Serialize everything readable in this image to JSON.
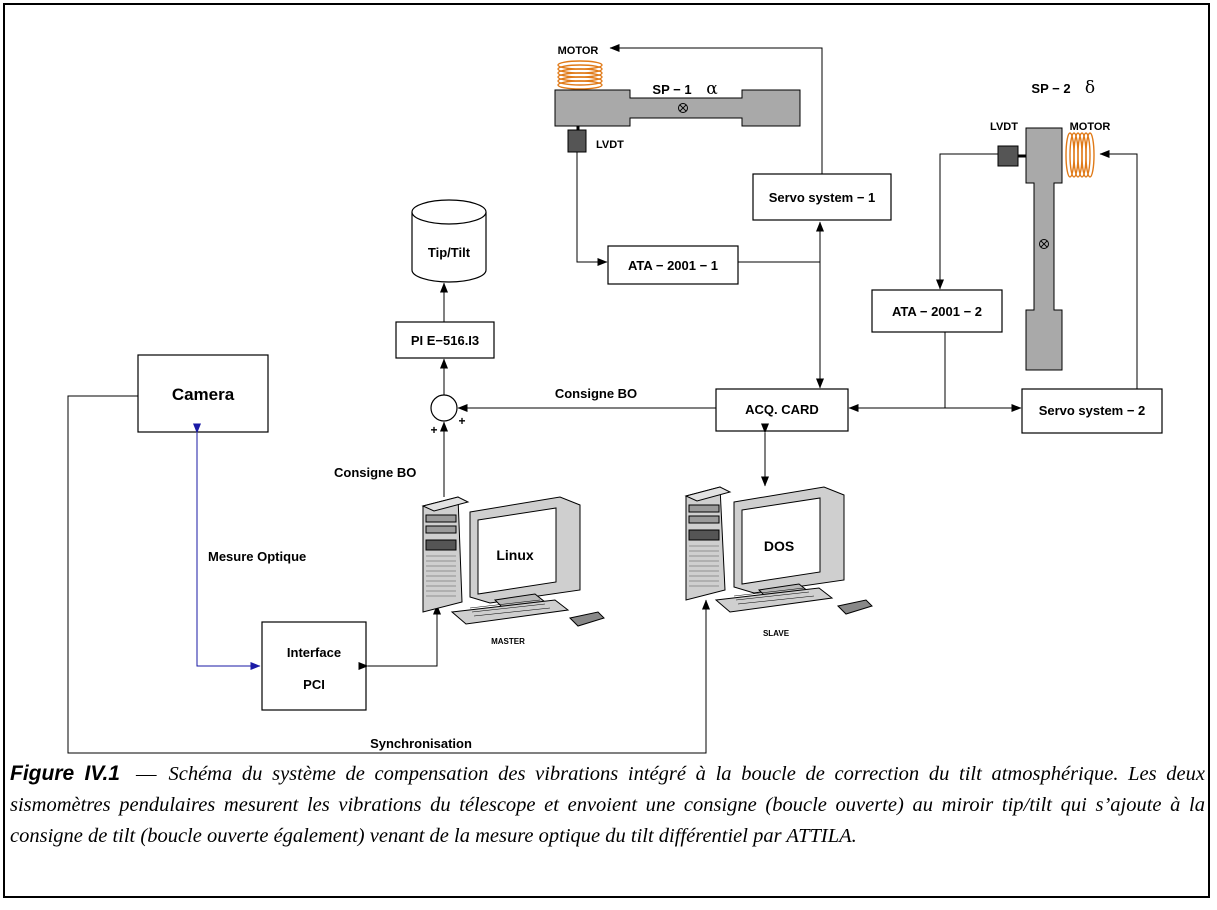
{
  "diagram": {
    "labels": {
      "motor_1": "MOTOR",
      "sp1": "SP − 1",
      "alpha": "α",
      "lvdt_1": "LVDT",
      "sp2": "SP − 2",
      "delta": "δ",
      "lvdt_2": "LVDT",
      "motor_2": "MOTOR",
      "servo_1": "Servo system − 1",
      "servo_2": "Servo system − 2",
      "ata_1": "ATA − 2001 − 1",
      "ata_2": "ATA − 2001 − 2",
      "tiptilt": "Tip/Tilt",
      "pi": "PI E−516.I3",
      "camera": "Camera",
      "acq": "ACQ. CARD",
      "consigne_bo_top": "Consigne BO",
      "consigne_bo_left": "Consigne BO",
      "plus_left": "+",
      "plus_right": "+",
      "mesure_optique": "Mesure Optique",
      "interface_1": "Interface",
      "interface_2": "PCI",
      "linux": "Linux",
      "dos": "DOS",
      "master": "MASTER",
      "slave": "SLAVE",
      "synchronisation": "Synchronisation"
    },
    "colors": {
      "line": "#000000",
      "optical_link": "#1a1aa6",
      "coil": "#e07a18",
      "pendulum": "#a9a9a9",
      "lvdt": "#555555",
      "computer": "#cfcfcf"
    }
  },
  "caption": {
    "label": "Figure IV.1",
    "separator": "—",
    "text": "Schéma du système de compensation des vibrations intégré à la boucle de correction du tilt atmosphérique. Les deux sismomètres pendulaires mesurent les vibrations du télescope et envoient une consigne (boucle ouverte) au miroir tip/tilt qui s’ajoute à la consigne de tilt (boucle ouverte également) venant de la mesure optique du tilt différentiel par ATTILA."
  }
}
